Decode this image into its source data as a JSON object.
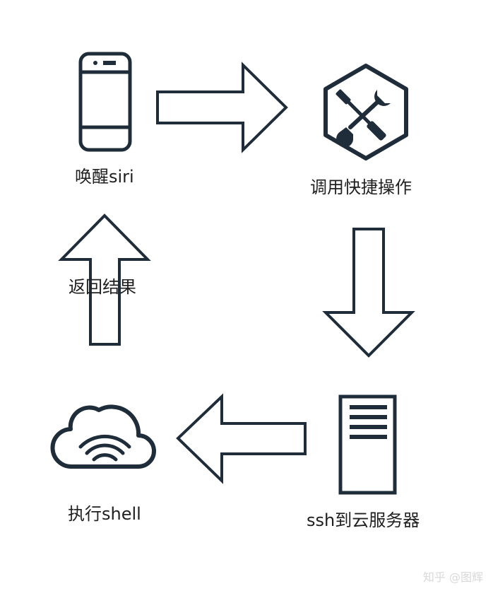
{
  "diagram": {
    "nodes": {
      "wake_siri": "唤醒siri",
      "call_shortcut": "调用快捷操作",
      "ssh_to_cloud": "ssh到云服务器",
      "execute_shell": "执行shell",
      "return_result": "返回结果"
    },
    "watermark": "知乎 @图辉"
  },
  "colors": {
    "stroke": "#1f2d3a",
    "text": "#1f1f1f",
    "background": "#ffffff"
  },
  "icons": {
    "step1": "smartphone-icon",
    "step2": "tools-hexagon-icon",
    "step3": "server-icon",
    "step4": "cloud-wifi-icon"
  }
}
